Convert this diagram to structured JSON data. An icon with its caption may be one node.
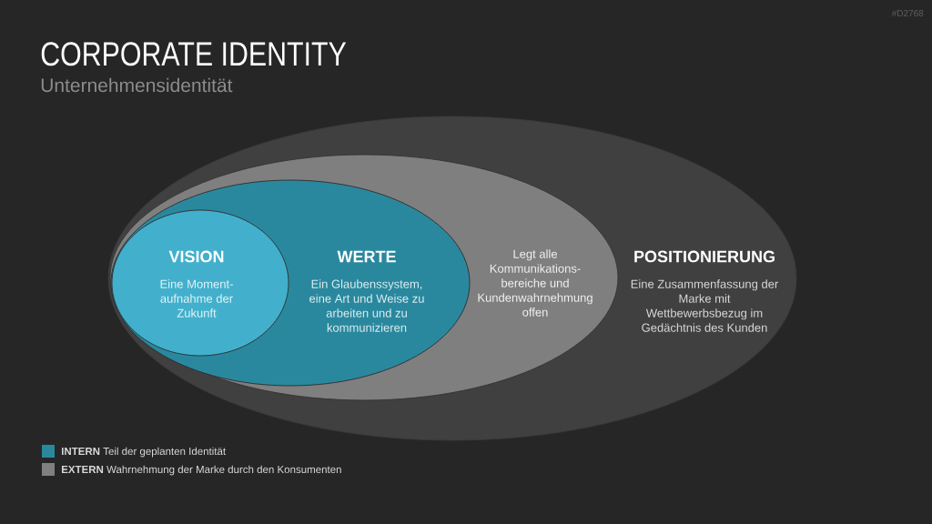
{
  "diagram": {
    "title": "CORPORATE IDENTITY",
    "nodes": [
      {
        "text": [
          "POSITIONIERUNG",
          "Eine Zusammenfassung der Marke mit Wettbewerbsbezug im Gedächtnis des Kunden"
        ]
      },
      {
        "text": [
          "Legt alle Kommunikations- bereiche und Kundenwahrnehmung offen"
        ],
        "in": 0
      },
      {
        "text": [
          "WERTE",
          "Ein Glaubenssystem, eine Art und Weise zu arbeiten und zu kommunizieren"
        ],
        "in": 1
      },
      {
        "text": [
          "VISION",
          "Eine Moment- aufnahme der Zukunft"
        ],
        "in": 2
      }
    ],
    "labels": [
      "#D2768",
      "Unternehmensidentität"
    ],
    "legend": [
      {
        "text": "**INTERN** Teil der geplanten Identität",
        "color": "#2a889e"
      },
      {
        "text": "**EXTERN** Wahrnehmung der Marke durch den Konsumenten",
        "color": "#808080"
      }
    ]
  }
}
